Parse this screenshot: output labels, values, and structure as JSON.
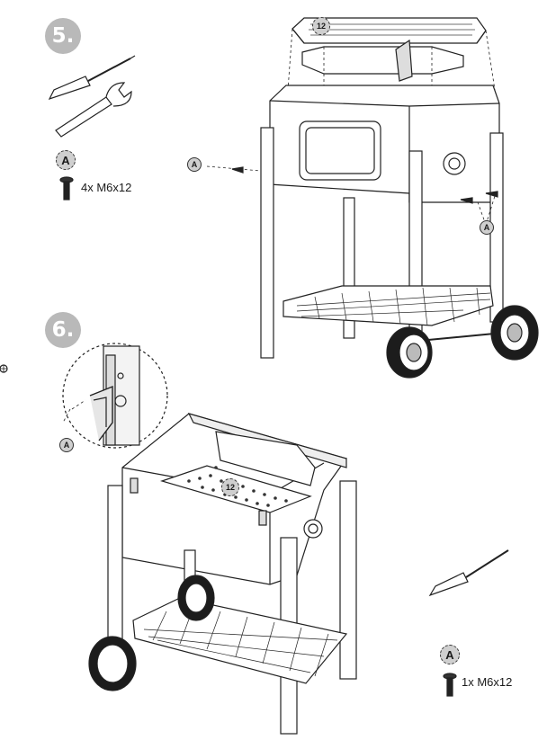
{
  "steps": [
    {
      "number": "5.",
      "hardware_label": "A",
      "hardware_text": "4x M6x12",
      "tools": [
        "screwdriver-icon",
        "wrench-icon"
      ]
    },
    {
      "number": "6.",
      "hardware_label": "A",
      "hardware_text": "1x M6x12",
      "tools": [
        "screwdriver-icon"
      ]
    }
  ],
  "callouts": {
    "part_ref": "A",
    "part_number": "12"
  }
}
